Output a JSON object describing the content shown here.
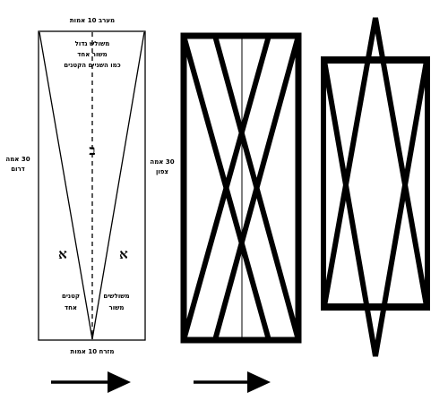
{
  "panel1": {
    "top_label": "מערב 10 אמות",
    "bottom_label": "מזרח 10 אמות",
    "left_label_1": "30 אמה",
    "left_label_2": "דרום",
    "right_label_1": "30 אמה",
    "right_label_2": "צפון",
    "big_tri_1": "משולש גדול",
    "big_tri_2": "משור אחד",
    "big_tri_3": "כמו השניים הקטנים",
    "center_letter": "ב",
    "left_letter": "א",
    "right_letter": "א",
    "small_left_1": "קטנים",
    "small_left_2": "אחד",
    "small_right_1": "משולשים",
    "small_right_2": "משור"
  },
  "colors": {
    "line": "#000000",
    "background": "#ffffff"
  }
}
